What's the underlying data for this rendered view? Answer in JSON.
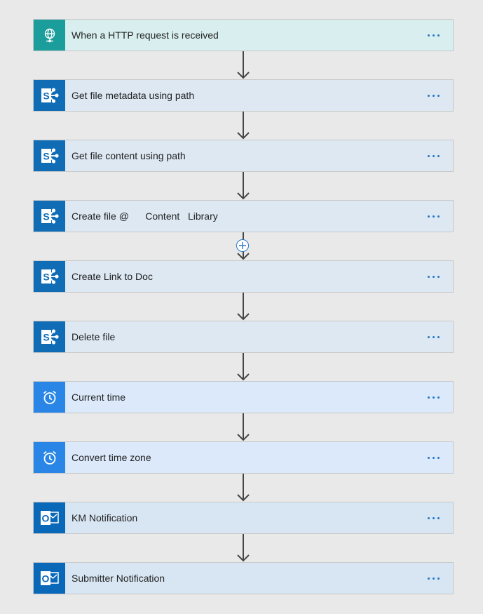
{
  "steps": [
    {
      "title": "When a HTTP request is received",
      "kind": "http",
      "icon": "http-request-icon"
    },
    {
      "title": "Get file metadata using path",
      "kind": "sp",
      "icon": "sharepoint-icon"
    },
    {
      "title": "Get file content using path",
      "kind": "sp",
      "icon": "sharepoint-icon"
    },
    {
      "title": "Create file @      Content   Library",
      "kind": "sp",
      "icon": "sharepoint-icon"
    },
    {
      "title": "Create Link to Doc",
      "kind": "sp",
      "icon": "sharepoint-icon"
    },
    {
      "title": "Delete file",
      "kind": "sp",
      "icon": "sharepoint-icon"
    },
    {
      "title": "Current time",
      "kind": "sched",
      "icon": "alarm-clock-icon"
    },
    {
      "title": "Convert time zone",
      "kind": "sched",
      "icon": "alarm-clock-icon"
    },
    {
      "title": "KM Notification",
      "kind": "ol",
      "icon": "outlook-icon"
    },
    {
      "title": "Submitter Notification",
      "kind": "ol",
      "icon": "outlook-icon"
    }
  ],
  "add_step_after_index": 3,
  "add_symbol": "+",
  "colors": {
    "background": "#eae9e9",
    "http_accent": "#1a9d9b",
    "sharepoint_accent": "#0f6cb5",
    "schedule_accent": "#2a86e6",
    "outlook_accent": "#0a68b8",
    "menu_dots": "#2476c6"
  }
}
